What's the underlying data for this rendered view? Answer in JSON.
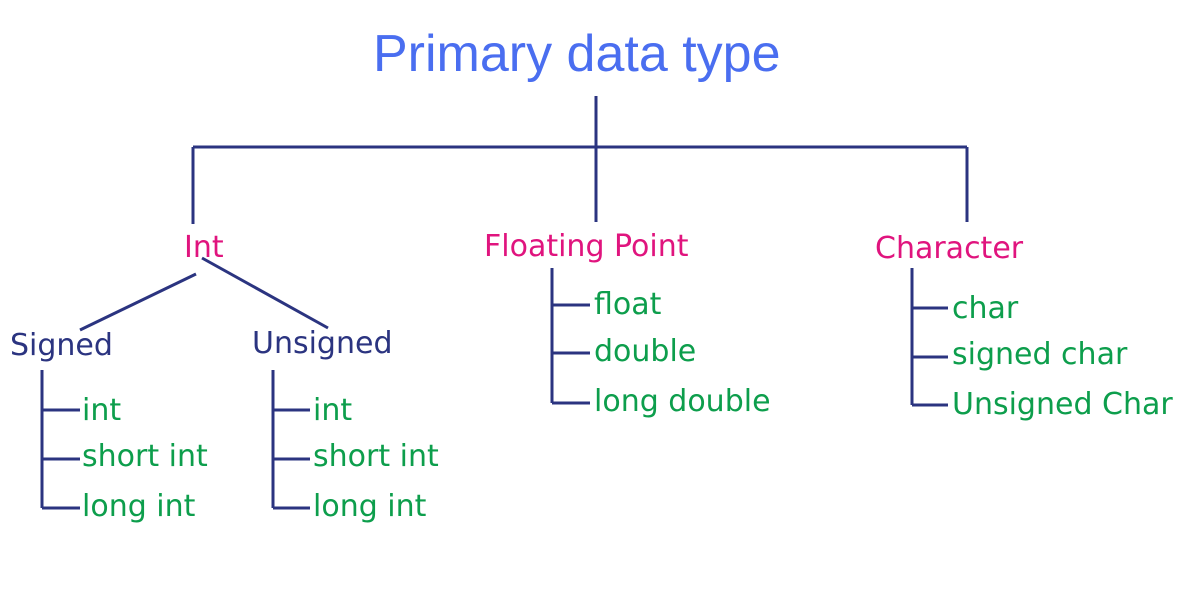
{
  "title": "Primary data type",
  "categories": {
    "int": {
      "label": "Int",
      "signed": {
        "label": "Signed",
        "items": [
          "int",
          "short int",
          "long int"
        ]
      },
      "unsigned": {
        "label": "Unsigned",
        "items": [
          "int",
          "short int",
          "long int"
        ]
      }
    },
    "floating_point": {
      "label": "Floating Point",
      "items": [
        "float",
        "double",
        "long double"
      ]
    },
    "character": {
      "label": "Character",
      "items": [
        "char",
        "signed char",
        "Unsigned Char"
      ]
    }
  },
  "colors": {
    "title": "#4a6ef0",
    "category": "#e0147e",
    "subcategory": "#2b3480",
    "leaf": "#0d9e4c",
    "line": "#2b3480"
  }
}
